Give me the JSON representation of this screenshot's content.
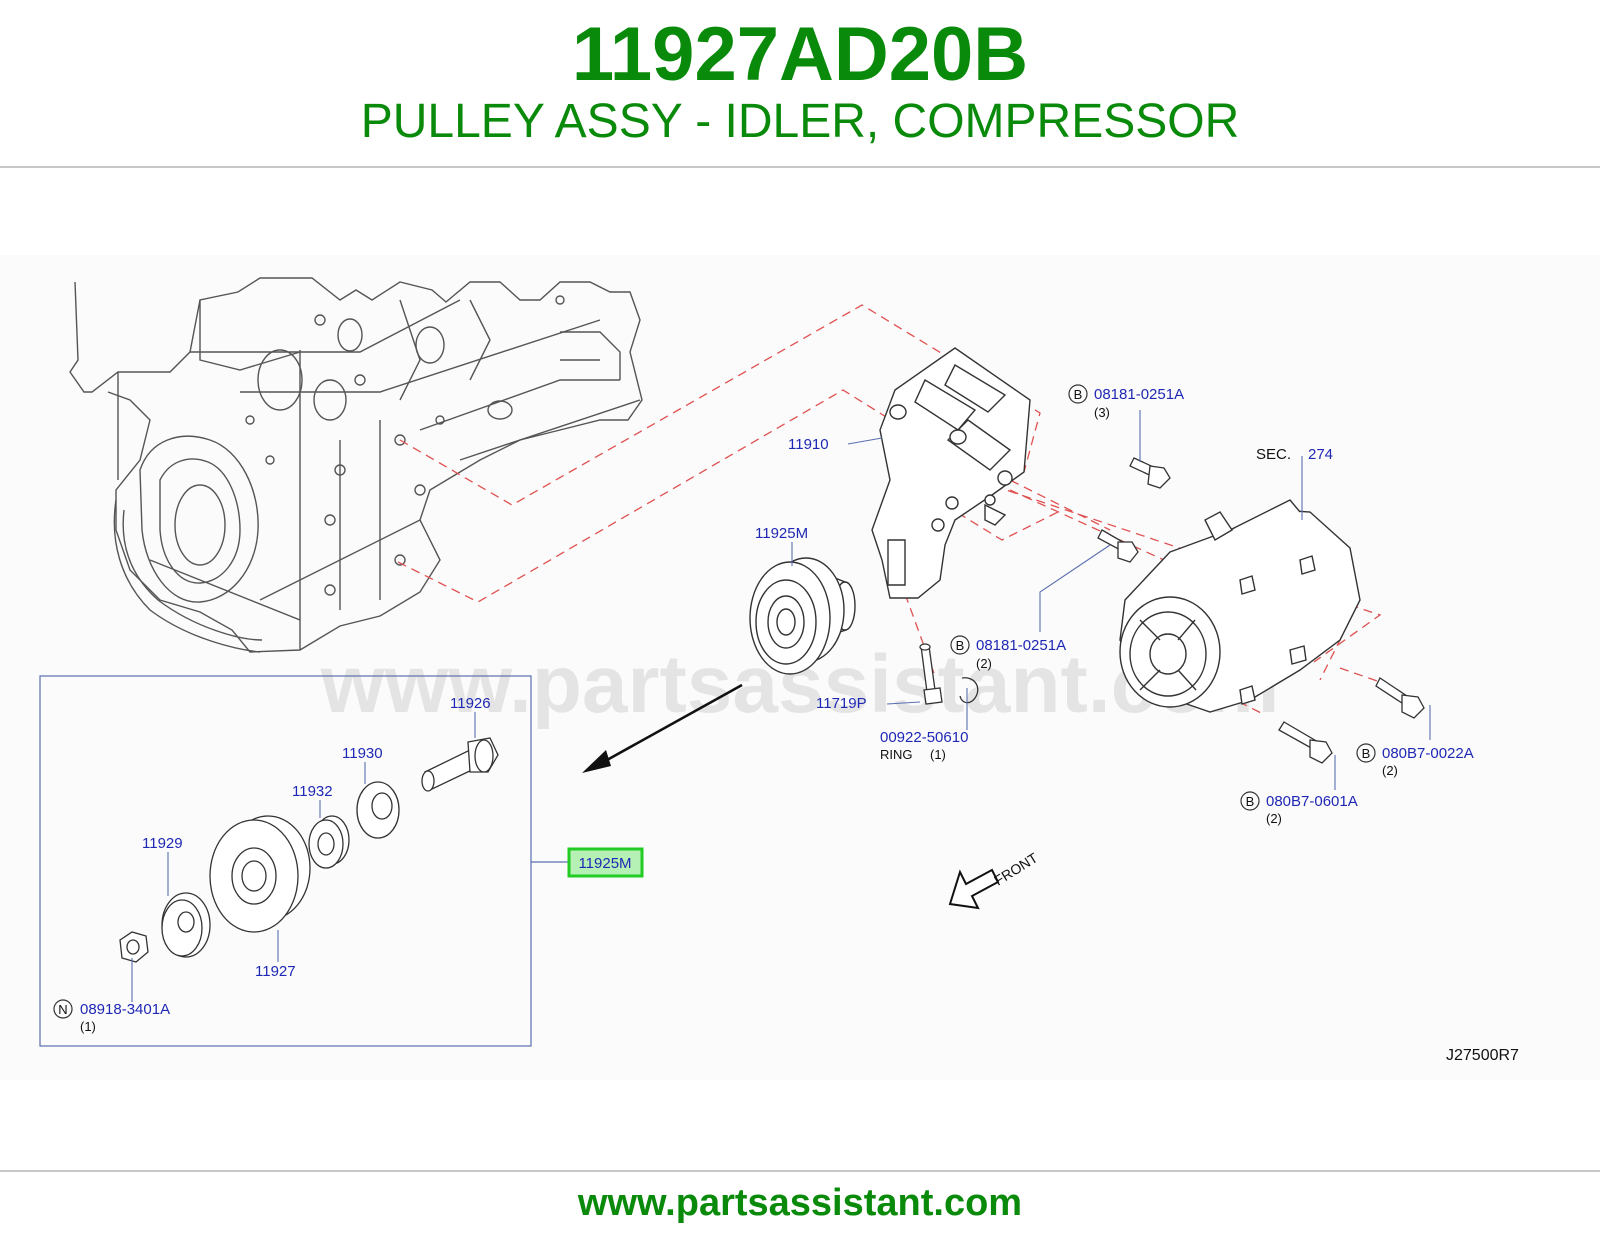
{
  "header": {
    "part_number": "11927AD20B",
    "description": "PULLEY ASSY - IDLER, COMPRESSOR"
  },
  "footer": {
    "site_url": "www.partsassistant.com"
  },
  "diagram": {
    "watermark": "www.partsassistant.com",
    "diagram_code": "J27500R7",
    "front_label": "FRONT",
    "section_ref": {
      "prefix": "SEC.",
      "number": "274"
    },
    "highlighted_callout": "11925M",
    "callouts": [
      {
        "id": "11910",
        "label": "11910"
      },
      {
        "id": "11925M",
        "label": "11925M"
      },
      {
        "id": "11719P",
        "label": "11719P"
      },
      {
        "id": "00922-50610",
        "label": "00922-50610",
        "note": "RING",
        "qty": "(1)"
      },
      {
        "id": "08181-0251A-top",
        "badge": "B",
        "label": "08181-0251A",
        "qty": "(3)"
      },
      {
        "id": "08181-0251A-mid",
        "badge": "B",
        "label": "08181-0251A",
        "qty": "(2)"
      },
      {
        "id": "080B7-0022A",
        "badge": "B",
        "label": "080B7-0022A",
        "qty": "(2)"
      },
      {
        "id": "080B7-0601A",
        "badge": "B",
        "label": "080B7-0601A",
        "qty": "(2)"
      },
      {
        "id": "11926",
        "label": "11926"
      },
      {
        "id": "11930",
        "label": "11930"
      },
      {
        "id": "11932",
        "label": "11932"
      },
      {
        "id": "11929",
        "label": "11929"
      },
      {
        "id": "11927",
        "label": "11927"
      },
      {
        "id": "08918-3401A",
        "badge": "N",
        "label": "08918-3401A",
        "qty": "(1)"
      }
    ]
  },
  "colors": {
    "brand_green": "#0a8a0a",
    "callout_blue": "#1f28b4",
    "dash_red": "#e05050",
    "highlight_green": "#22cc22",
    "highlight_fill": "#b5f0b5"
  },
  "icons": [
    "front-arrow-icon",
    "callout-badge-b-icon",
    "callout-badge-n-icon"
  ]
}
